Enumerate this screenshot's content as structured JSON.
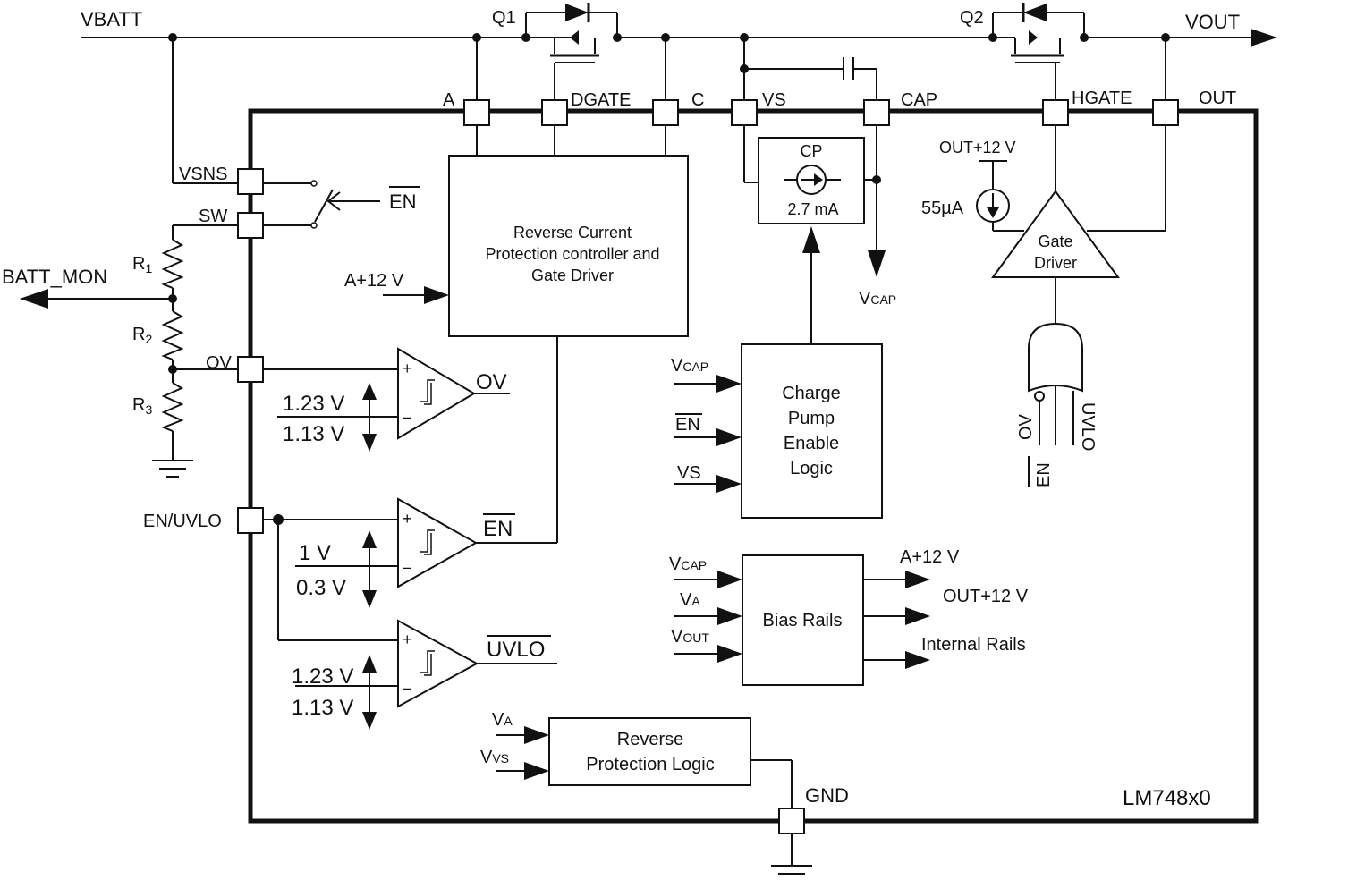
{
  "device": "LM748x0",
  "nets": {
    "vbatt": "VBATT",
    "vout": "VOUT",
    "batt_mon": "BATT_MON"
  },
  "transistors": {
    "q1": "Q1",
    "q2": "Q2"
  },
  "pins": {
    "a": "A",
    "dgate": "DGATE",
    "c": "C",
    "vs": "VS",
    "cap": "CAP",
    "hgate": "HGATE",
    "out": "OUT",
    "vsns": "VSNS",
    "sw": "SW",
    "ov": "OV",
    "en_uvlo": "EN/UVLO",
    "gnd": "GND"
  },
  "resistors": [
    {
      "base": "R",
      "sub": "1"
    },
    {
      "base": "R",
      "sub": "2"
    },
    {
      "base": "R",
      "sub": "3"
    }
  ],
  "switch_ctrl": "EN",
  "blocks": {
    "rcp": [
      "Reverse Current",
      "Protection controller and",
      "Gate Driver"
    ],
    "rcp_input": "A+12 V",
    "cp_label": "CP",
    "cp_current": "2.7 mA",
    "vcap_out": {
      "base": "V",
      "sub": "CAP"
    },
    "gate_driver": [
      "Gate",
      "Driver"
    ],
    "gate_bias": "OUT+12 V",
    "gate_source": "55µA",
    "cpel": [
      "Charge",
      "Pump",
      "Enable",
      "Logic"
    ],
    "cpel_inputs": [
      {
        "base": "V",
        "sub": "CAP"
      },
      {
        "base": "EN",
        "sub": ""
      },
      {
        "base": "VS",
        "sub": ""
      }
    ],
    "bias": "Bias Rails",
    "bias_inputs": [
      {
        "base": "V",
        "sub": "CAP"
      },
      {
        "base": "V",
        "sub": "A"
      },
      {
        "base": "V",
        "sub": "OUT"
      }
    ],
    "bias_outputs": [
      "A+12 V",
      "OUT+12 V",
      "Internal Rails"
    ],
    "rpl": [
      "Reverse",
      "Protection Logic"
    ],
    "rpl_inputs": [
      {
        "base": "V",
        "sub": "A"
      },
      {
        "base": "V",
        "sub": "VS"
      }
    ]
  },
  "or_gate_inputs": [
    "OV",
    "EN",
    "UVLO"
  ],
  "comparators": [
    {
      "out": "OV",
      "thr_hi": "1.23 V",
      "thr_lo": "1.13 V"
    },
    {
      "out": "EN",
      "thr_hi": "1 V",
      "thr_lo": "0.3 V"
    },
    {
      "out": "UVLO",
      "thr_hi": "1.23 V",
      "thr_lo": "1.13 V"
    }
  ],
  "comp_signs": {
    "plus": "+",
    "minus": "–"
  }
}
